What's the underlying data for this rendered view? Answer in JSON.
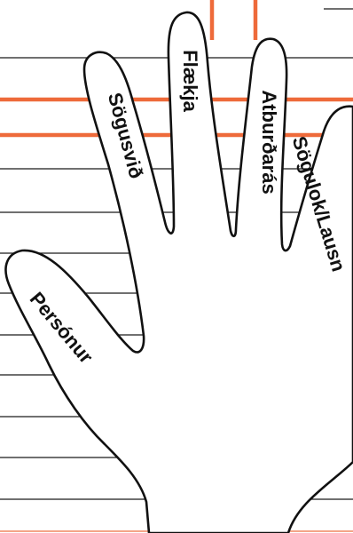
{
  "diagram": {
    "fingers": {
      "thumb": "Persónur",
      "index": "Sögusvið",
      "middle": "Flækja",
      "ring": "Atburðarás",
      "pinky": "Sögulok/Lausn"
    },
    "colors": {
      "background": "#ffffff",
      "ruled_line": "#1a1a1a",
      "accent_line": "#ee6a3a",
      "hand_fill": "#ffffff",
      "hand_outline": "#111111",
      "label_text": "#111111"
    }
  }
}
